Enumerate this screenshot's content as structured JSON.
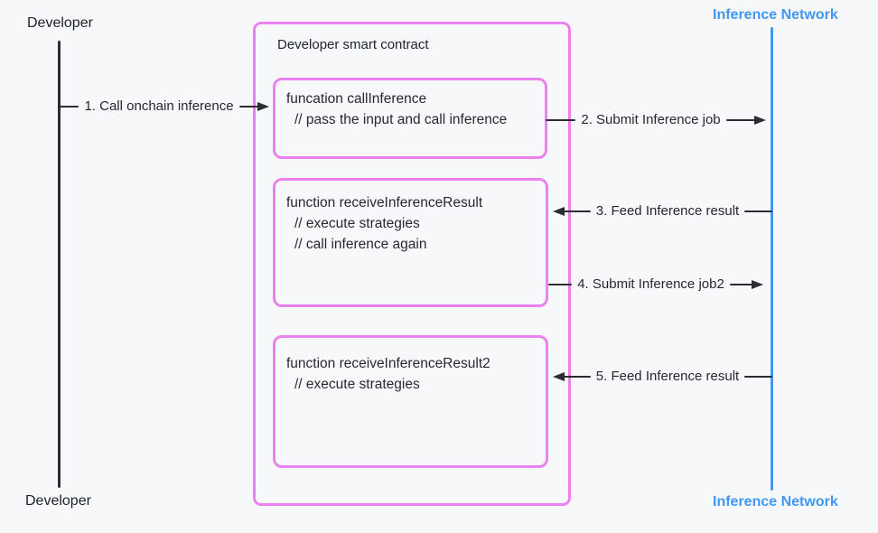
{
  "colors": {
    "background": "#f7f8fa",
    "developer_lifeline": "#2b2d30",
    "inference_lifeline": "#4596f0",
    "contract_border": "#eb80ef",
    "arrow": "#2a2d31"
  },
  "actors": {
    "developer_top": "Developer",
    "developer_bottom": "Developer",
    "inference_top": "Inference Network",
    "inference_bottom": "Inference Network"
  },
  "contract": {
    "title": "Developer smart contract",
    "functions": [
      {
        "lines": [
          "funcation callInference",
          "// pass the input and call inference"
        ]
      },
      {
        "lines": [
          "function receiveInferenceResult",
          "// execute strategies",
          "// call inference again"
        ]
      },
      {
        "lines": [
          "function receiveInferenceResult2",
          "// execute strategies"
        ]
      }
    ]
  },
  "arrows": [
    {
      "label": "1. Call onchain inference",
      "direction": "right",
      "from": "developer",
      "to": "callInference"
    },
    {
      "label": "2. Submit Inference job",
      "direction": "right",
      "from": "callInference",
      "to": "inference-network"
    },
    {
      "label": "3. Feed Inference result",
      "direction": "left",
      "from": "inference-network",
      "to": "receiveInferenceResult"
    },
    {
      "label": "4. Submit Inference job2",
      "direction": "right",
      "from": "receiveInferenceResult",
      "to": "inference-network"
    },
    {
      "label": "5. Feed Inference result",
      "direction": "left",
      "from": "inference-network",
      "to": "receiveInferenceResult2"
    }
  ]
}
